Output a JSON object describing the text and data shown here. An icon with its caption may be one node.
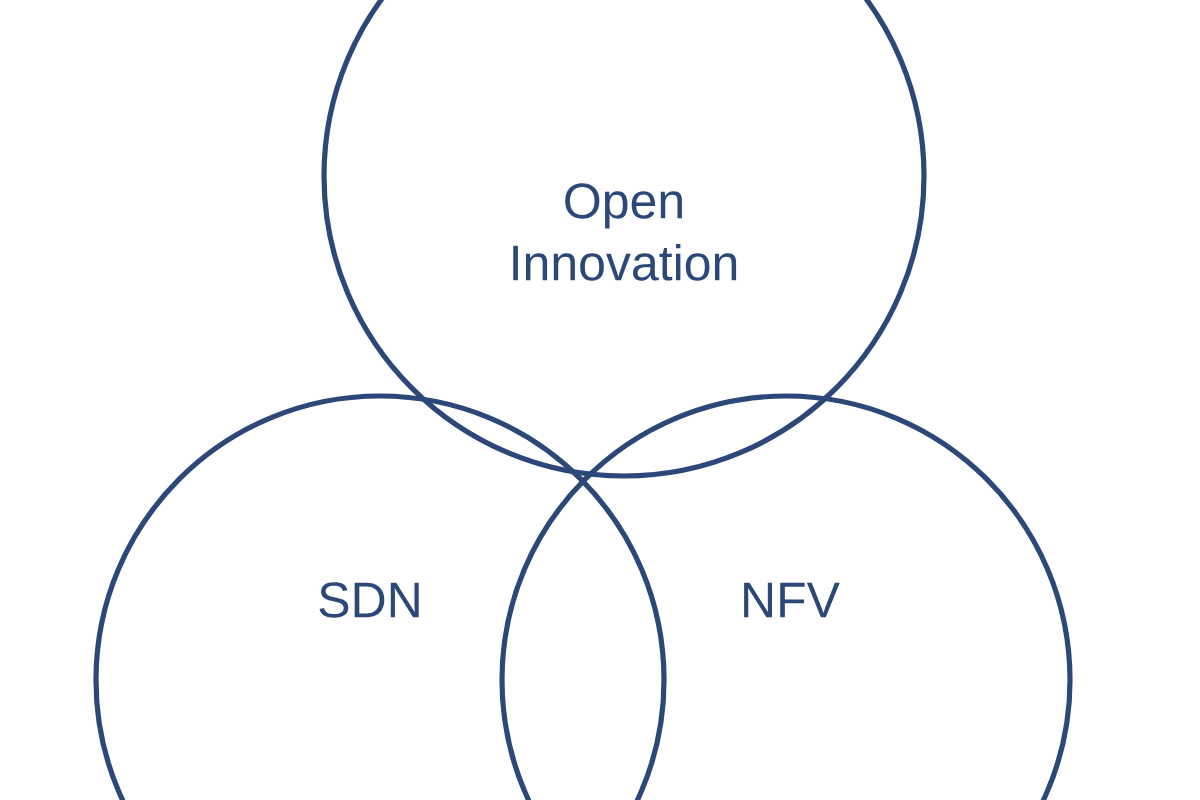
{
  "diagram": {
    "nodes": [
      {
        "text": [
          "Open Innovation"
        ]
      },
      {
        "text": [
          "SDN"
        ]
      },
      {
        "text": [
          "NFV"
        ]
      }
    ]
  }
}
